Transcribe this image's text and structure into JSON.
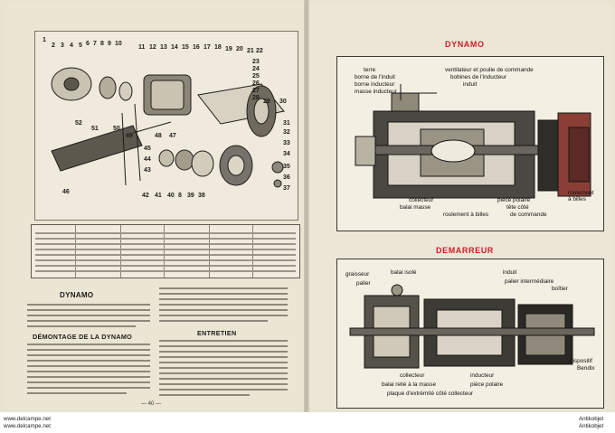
{
  "left_page": {
    "part_numbers_top": [
      "1",
      "2",
      "3",
      "4",
      "5",
      "6",
      "7",
      "8",
      "9",
      "10",
      "11",
      "12",
      "13",
      "14",
      "15",
      "16",
      "17",
      "18",
      "19",
      "20",
      "21",
      "22"
    ],
    "part_numbers_right": [
      "23",
      "24",
      "25",
      "26",
      "27",
      "28",
      "29",
      "30",
      "31",
      "32",
      "33",
      "34",
      "35",
      "36",
      "37"
    ],
    "part_numbers_bottom": [
      "46",
      "42",
      "41",
      "40",
      "8",
      "39",
      "38"
    ],
    "part_numbers_mid": [
      "52",
      "51",
      "50",
      "49",
      "48",
      "47",
      "45",
      "44",
      "43"
    ],
    "heading_dynamo": "DYNAMO",
    "heading_demontage": "DÉMONTAGE DE LA DYNAMO",
    "heading_entretien": "ENTRETIEN",
    "folio": "— 40 —"
  },
  "right_page": {
    "title_dynamo": "DYNAMO",
    "title_demarreur": "DEMARREUR",
    "dynamo_labels": {
      "terre": "terre",
      "borne_induit": "borne de l'induit",
      "borne_inducteur": "borne inducteur",
      "masse_inducteur": "masse inducteur",
      "ventilateur": "ventilateur et poulie de commande",
      "bobines": "bobines de l'inducteur",
      "induit": "induit",
      "roulement_droite": "roulement\nà billes",
      "collecteur": "collecteur",
      "balai_masse": "balai masse",
      "piece_polaire": "pièce polaire",
      "tete_cote": "tête côté",
      "de_commande": "de commande",
      "roulement_billes": "roulement à billes"
    },
    "demarreur_labels": {
      "graisseur": "graisseur",
      "balai_isole": "balai isolé",
      "palier": "palier",
      "induit": "induit",
      "palier_intermediaire": "palier intermédiaire",
      "boitier": "boîtier",
      "dispositif": "dispositif",
      "bendix": "Bendix",
      "collecteur": "collecteur",
      "inducteur": "inducteur",
      "balai_relie": "balai relié à la masse",
      "piece_polaire": "pièce polaire",
      "plaque": "plaque d'extrémité côté collecteur"
    }
  },
  "watermark": {
    "left_top": "www.delcampe.net",
    "left_bottom": "www.delcampe.net",
    "right_top": "Antikobjet",
    "right_bottom": "Antikobjet"
  }
}
